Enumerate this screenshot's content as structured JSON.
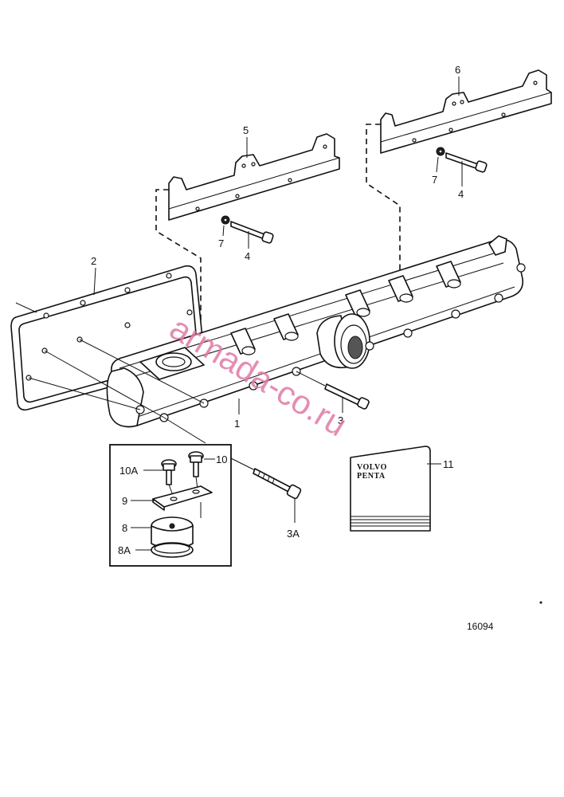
{
  "callouts": {
    "c1": "1",
    "c2": "2",
    "c3": "3",
    "c3a": "3A",
    "c4a": "4",
    "c4b": "4",
    "c5": "5",
    "c6": "6",
    "c7a": "7",
    "c7b": "7",
    "c8": "8",
    "c8a": "8A",
    "c9": "9",
    "c10": "10",
    "c10a": "10A",
    "c11": "11"
  },
  "figure_number": "16094",
  "watermark": "armada-co.ru",
  "booklet": {
    "brand_line1": "VOLVO",
    "brand_line2": "PENTA"
  },
  "colors": {
    "watermark": "#e07aa6",
    "ink": "#111111",
    "background": "#ffffff"
  }
}
